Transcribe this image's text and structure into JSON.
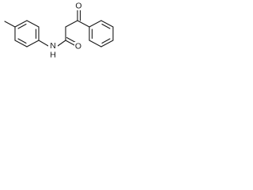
{
  "structure": {
    "atoms": {
      "ketone_oxygen": "O",
      "amide_oxygen": "O",
      "amide_nitrogen": "N",
      "amide_hydrogen": "H"
    }
  },
  "colors": {
    "bond": "#1a1a1a",
    "background": "#ffffff"
  }
}
